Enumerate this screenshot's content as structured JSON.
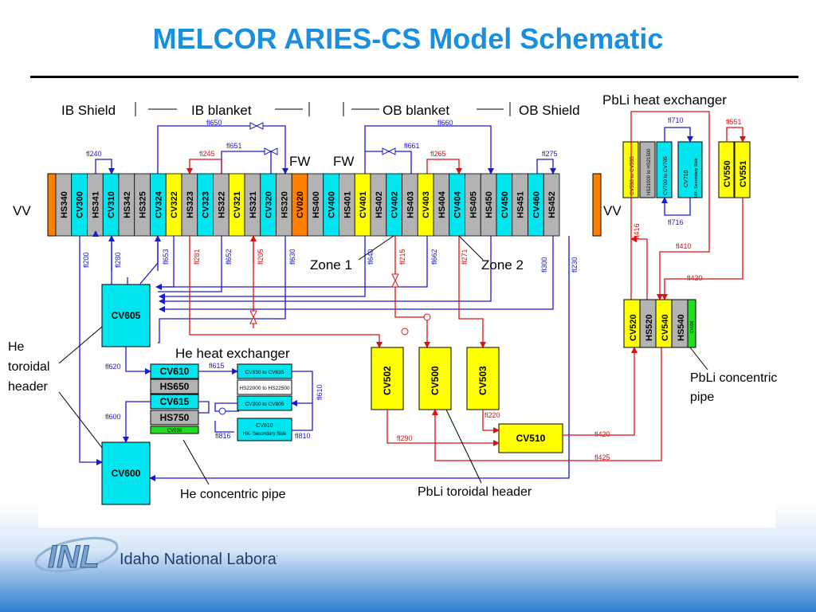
{
  "title": "MELCOR ARIES-CS Model Schematic",
  "headers": {
    "ib_shield": "IB Shield",
    "ib_blanket": "IB blanket",
    "ob_blanket": "OB blanket",
    "ob_shield": "OB Shield",
    "pbli_hx": "PbLi heat exchanger",
    "fw_left": "FW",
    "fw_right": "FW",
    "vv_left": "VV",
    "vv_right": "VV"
  },
  "strip_cells": [
    {
      "label": "HS340",
      "color": "#b3b3b3"
    },
    {
      "label": "CV300",
      "color": "#00e5ee"
    },
    {
      "label": "HS341",
      "color": "#b3b3b3"
    },
    {
      "label": "CV310",
      "color": "#00e5ee"
    },
    {
      "label": "HS342",
      "color": "#b3b3b3"
    },
    {
      "label": "HS325",
      "color": "#b3b3b3"
    },
    {
      "label": "CV324",
      "color": "#00e5ee"
    },
    {
      "label": "CV322",
      "color": "#ffff00"
    },
    {
      "label": "HS323",
      "color": "#b3b3b3"
    },
    {
      "label": "CV323",
      "color": "#00e5ee"
    },
    {
      "label": "HS322",
      "color": "#b3b3b3"
    },
    {
      "label": "CV321",
      "color": "#ffff00"
    },
    {
      "label": "HS321",
      "color": "#b3b3b3"
    },
    {
      "label": "CV320",
      "color": "#00e5ee"
    },
    {
      "label": "HS320",
      "color": "#b3b3b3"
    },
    {
      "label": "CV020",
      "color": "#ff7f00"
    },
    {
      "label": "HS400",
      "color": "#b3b3b3"
    },
    {
      "label": "CV400",
      "color": "#00e5ee"
    },
    {
      "label": "HS401",
      "color": "#b3b3b3"
    },
    {
      "label": "CV401",
      "color": "#ffff00"
    },
    {
      "label": "HS402",
      "color": "#b3b3b3"
    },
    {
      "label": "CV402",
      "color": "#00e5ee"
    },
    {
      "label": "HS403",
      "color": "#b3b3b3"
    },
    {
      "label": "CV403",
      "color": "#ffff00"
    },
    {
      "label": "HS404",
      "color": "#b3b3b3"
    },
    {
      "label": "CV404",
      "color": "#00e5ee"
    },
    {
      "label": "HS405",
      "color": "#b3b3b3"
    },
    {
      "label": "HS450",
      "color": "#b3b3b3"
    },
    {
      "label": "CV450",
      "color": "#00e5ee"
    },
    {
      "label": "HS451",
      "color": "#b3b3b3"
    },
    {
      "label": "CV460",
      "color": "#00e5ee"
    },
    {
      "label": "HS452",
      "color": "#b3b3b3"
    }
  ],
  "flows_top": {
    "fl650": "fl650",
    "fl660": "fl660",
    "fl240": "fl240",
    "fl245": "fl245",
    "fl651": "fl651",
    "fl661": "fl661",
    "fl265": "fl265",
    "fl275": "fl275"
  },
  "flows_bottom": {
    "fl200": "fl200",
    "fl280": "fl280",
    "fl653": "fl653",
    "fl281": "fl281",
    "fl652": "fl652",
    "fl205": "fl205",
    "fl630": "fl630",
    "fl640": "fl640",
    "fl215": "fl215",
    "fl662": "fl662",
    "fl271": "fl271",
    "fl300": "fl300",
    "fl230": "fl230"
  },
  "zones": {
    "zone1": "Zone 1",
    "zone2": "Zone 2"
  },
  "he_loop": {
    "cv605": "CV605",
    "cv600": "CV600",
    "title": "He heat exchanger",
    "cv610": "CV610",
    "hs650": "HS650",
    "cv615": "CV615",
    "hs750": "HS750",
    "cv036": "CV036",
    "fl620": "fl620",
    "fl600": "fl600",
    "fl615": "fl615",
    "fl816": "fl816",
    "fl810": "fl810",
    "fl610": "fl610",
    "box1": "CV630 to CV635",
    "box2": "HS22000 to HS22500",
    "box3": "CV800 to CV805",
    "box4a": "CV810",
    "box4b": "HX- Secondary Side",
    "toroidal": "He\ntoroidal\nheader",
    "toroidal_l1": "He",
    "toroidal_l2": "toroidal",
    "toroidal_l3": "header",
    "concentric": "He concentric pipe"
  },
  "pbli_loop": {
    "cv502": "CV502",
    "cv500": "CV500",
    "cv503": "CV503",
    "cv510": "CV510",
    "fl220": "fl220",
    "fl290": "fl290",
    "fl420": "fl420",
    "fl425": "fl425",
    "toroidal": "PbLi toroidal header"
  },
  "pbli_hx": {
    "fl710": "fl710",
    "fl716": "fl716",
    "fl551": "fl551",
    "fl416": "fl416",
    "fl410": "fl410",
    "fl430": "fl430",
    "col1": "CV530 to CV535",
    "col2": "HS21000 to HS21500",
    "col3": "CV700 to CV705",
    "col4a": "CV710",
    "col4b": "HX- Secondary Side",
    "cv550": "CV550",
    "cv551": "CV551"
  },
  "pbli_pipe": {
    "cv520": "CV520",
    "hs520": "HS520",
    "cv540": "CV540",
    "hs540": "HS540",
    "cv036": "CV036",
    "label_l1": "PbLi concentric",
    "label_l2": "pipe"
  },
  "logo": {
    "mark": "INL",
    "name": "Idaho National Laboratory"
  },
  "colors": {
    "blue_flow": "#1a1acc",
    "red_flow": "#dd1111",
    "cyan": "#00e5ee",
    "yellow": "#ffff00",
    "gray": "#b3b3b3",
    "orange": "#ff7f00",
    "green": "#22dd22",
    "title": "#1a8fe0"
  }
}
